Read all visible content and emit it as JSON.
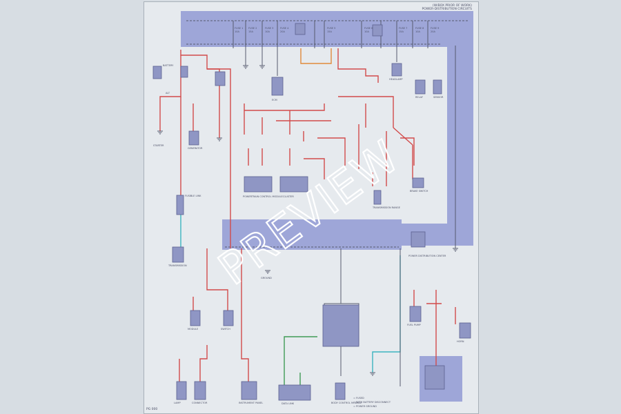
{
  "diagram": {
    "header_line1": "(W/BOX PRIOR OF WORK)",
    "header_line2": "POWER-DISTRIBUTION CIRCUITS",
    "page_ref": "PG 000",
    "watermark": "PREVIEW",
    "top_fuses": [
      "FUSE 1",
      "FUSE 2",
      "FUSE 3",
      "FUSE 4",
      "FUSE 5",
      "FUSE 6",
      "FUSE 7",
      "FUSE 8",
      "FUSE 9"
    ],
    "top_fuse_ratings": [
      "10A",
      "15A",
      "10A",
      "20A",
      "15A",
      "10A",
      "15A",
      "10A",
      "20A"
    ],
    "left_labels": [
      "FUSIBLE LINK",
      "BATTERY",
      "ALT",
      "STARTER",
      "TRANSMISSION"
    ],
    "component_labels": [
      "GENERATOR",
      "ECM",
      "POWERTRAIN CONTROL MODULE",
      "CLUSTER",
      "GROUND",
      "TRANSMISSION RANGE",
      "BRAKE SWITCH",
      "HEADLAMP",
      "POWER DISTRIBUTION CENTER",
      "RELAY",
      "SENSOR",
      "MODULE",
      "SWITCH",
      "LAMP",
      "CONNECTOR",
      "INSTRUMENT PANEL",
      "DATA LINK",
      "BODY CONTROL MODULE",
      "FUEL PUMP",
      "HORN"
    ],
    "legend": [
      "= FUSED",
      "= WITH BATTERY DISCONNECT",
      "= POWER GROUND"
    ]
  }
}
